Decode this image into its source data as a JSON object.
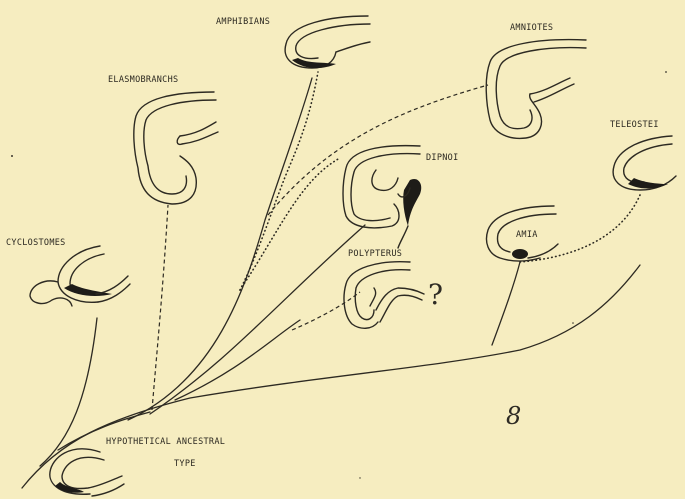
{
  "diagram": {
    "taxa": {
      "cyclostomes": "CYCLOSTOMES",
      "elasmobranchs": "ELASMOBRANCHS",
      "amphibians": "AMPHIBIANS",
      "amniotes": "AMNIOTES",
      "dipnoi": "DIPNOI",
      "teleostei": "TELEOSTEI",
      "amia": "AMIA",
      "polypterus": "POLYPTERUS",
      "ancestral_line1": "HYPOTHETICAL ANCESTRAL",
      "ancestral_line2": "TYPE"
    },
    "question_mark": "?",
    "figure_number": "8"
  },
  "colors": {
    "paper": "#f6edc0",
    "ink": "#2d2a22"
  }
}
